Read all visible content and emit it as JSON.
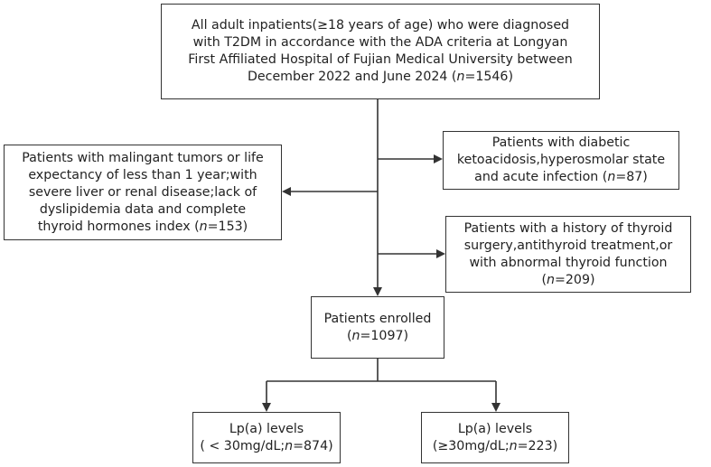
{
  "boxes": {
    "top": {
      "lines": [
        "All adult inpatients(≥18 years of age) who were diagnosed",
        "with T2DM in accordance with the ADA criteria at Longyan",
        "First Affiliated Hospital of Fujian Medical University between"
      ],
      "last_prefix": "December 2022 and June 2024 (",
      "n_label": "n",
      "last_suffix": "=1546)"
    },
    "excl_left": {
      "lines": [
        "Patients with malingant tumors or life",
        "expectancy of less than 1 year;with",
        "severe liver or renal disease;lack of",
        "dyslipidemia data and complete"
      ],
      "last_prefix": "thyroid hormones index (",
      "n_label": "n",
      "last_suffix": "=153)"
    },
    "excl_right1": {
      "lines": [
        "Patients with diabetic",
        "ketoacidosis,hyperosmolar state"
      ],
      "last_prefix": "and acute infection (",
      "n_label": "n",
      "last_suffix": "=87)"
    },
    "excl_right2": {
      "lines": [
        "Patients with a history of thyroid",
        "surgery,antithyroid treatment,or",
        "with abnormal thyroid function"
      ],
      "last_prefix": "(",
      "n_label": "n",
      "last_suffix": "=209)"
    },
    "enrolled": {
      "lines": [
        "Patients enrolled"
      ],
      "last_prefix": "(",
      "n_label": "n",
      "last_suffix": "=1097)"
    },
    "low": {
      "lines": [
        "Lp(a) levels"
      ],
      "last_prefix": "( < 30mg/dL;",
      "n_label": "n",
      "last_suffix": "=874)"
    },
    "high": {
      "lines": [
        "Lp(a) levels"
      ],
      "last_prefix": "(≥30mg/dL;",
      "n_label": "n",
      "last_suffix": "=223)"
    }
  },
  "colors": {
    "line": "#333333",
    "text": "#222222"
  }
}
